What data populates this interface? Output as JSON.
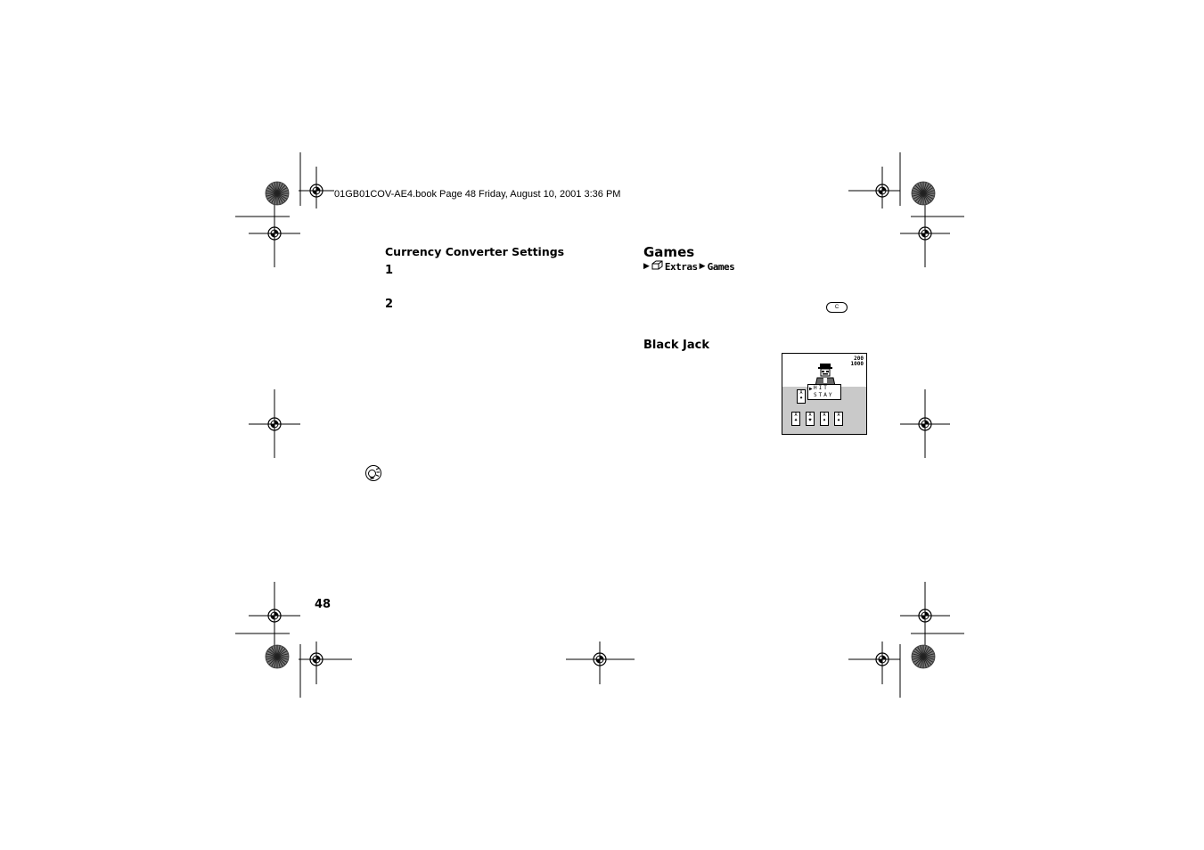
{
  "header": {
    "book_info": "01GB01COV-AE4.book  Page 48  Friday, August 10, 2001  3:36 PM"
  },
  "left_column": {
    "section_title": "Currency Converter Settings",
    "steps": [
      "1",
      "2"
    ],
    "tip_icon": "tip-lightbulb-icon"
  },
  "right_column": {
    "section_title": "Games",
    "menu_path": {
      "arrow_icon": "arrow-right-icon",
      "extras_icon": "extras-cube-icon",
      "item1": "Extras",
      "item2": "Games"
    },
    "key_label": "C",
    "subsection_title": "Black Jack",
    "game_screen": {
      "score_top": "200",
      "score_bottom": "1000",
      "menu_options": [
        "HIT",
        "STAY"
      ]
    }
  },
  "page_number": "48"
}
